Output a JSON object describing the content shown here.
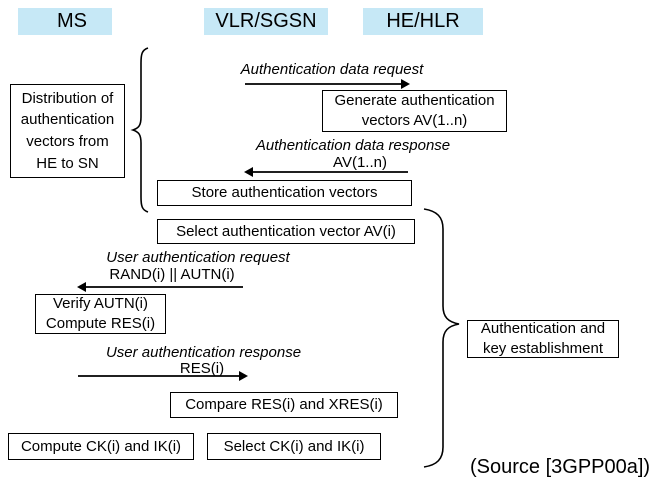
{
  "actors": [
    {
      "label": "MS"
    },
    {
      "label": "VLR/SGSN"
    },
    {
      "label": "HE/HLR"
    }
  ],
  "boxes": {
    "distribution": {
      "label": "Distribution of\nauthentication\nvectors from\nHE to SN"
    },
    "generate": {
      "label": "Generate authentication\nvectors AV(1..n)"
    },
    "store": {
      "label": "Store authentication vectors"
    },
    "select_av": {
      "label": "Select authentication vector AV(i)"
    },
    "verify": {
      "label": "Verify AUTN(i)\nCompute RES(i)"
    },
    "compare": {
      "label": "Compare RES(i) and XRES(i)"
    },
    "compute_ck": {
      "label": "Compute CK(i) and IK(i)"
    },
    "select_ck": {
      "label": "Select CK(i) and IK(i)"
    },
    "auth_key": {
      "label": "Authentication and\nkey establishment"
    }
  },
  "messages": [
    {
      "label": "Authentication data request",
      "sublabel": "",
      "direction": "right"
    },
    {
      "label": "Authentication data response",
      "sublabel": "AV(1..n)",
      "direction": "left"
    },
    {
      "label": "User authentication request",
      "sublabel": "RAND(i) || AUTN(i)",
      "direction": "left"
    },
    {
      "label": "User authentication response",
      "sublabel": "RES(i)",
      "direction": "right"
    }
  ],
  "source_note": "(Source [3GPP00a])",
  "colors": {
    "actor_bg": "#c6e8f6",
    "box_bg": "#ffffff",
    "line": "#000000",
    "text": "#000000"
  }
}
